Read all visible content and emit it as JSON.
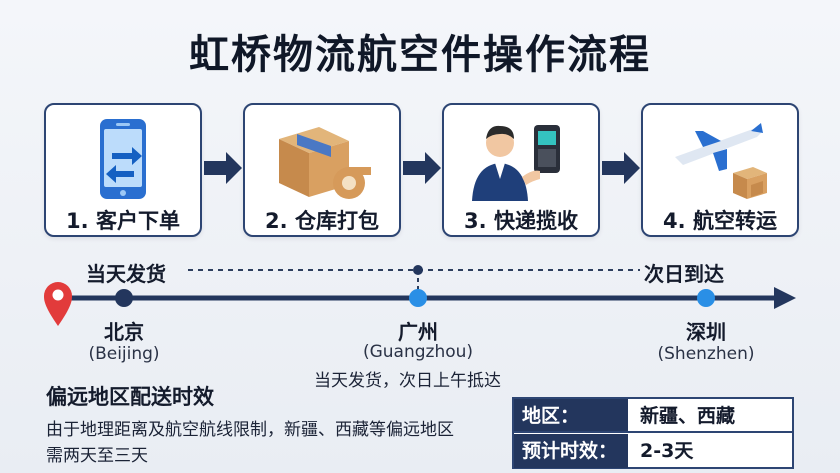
{
  "title": "虹桥物流航空件操作流程",
  "steps": [
    {
      "label": "1. 客户下单",
      "icon": "smartphone-arrows-icon"
    },
    {
      "label": "2. 仓库打包",
      "icon": "package-box-tape-icon"
    },
    {
      "label": "3. 快递揽收",
      "icon": "courier-scanner-icon"
    },
    {
      "label": "4. 航空转运",
      "icon": "airplane-cargo-icon"
    }
  ],
  "timeline": {
    "start_note": "当天发货",
    "end_note": "次日到达",
    "stops": [
      {
        "name": "北京",
        "en": "(Beijing)"
      },
      {
        "name": "广州",
        "en": "(Guangzhou)",
        "note": "当天发货，次日上午抵达"
      },
      {
        "name": "深圳",
        "en": "(Shenzhen)"
      }
    ]
  },
  "remote": {
    "title": "偏远地区配送时效",
    "desc": "由于地理距离及航空航线限制，新疆、西藏等偏远地区需两天至三天"
  },
  "info_table": {
    "rows": [
      {
        "key": "地区：",
        "value": "新疆、西藏"
      },
      {
        "key": "预计时效：",
        "value": "2-3天"
      }
    ]
  },
  "colors": {
    "navy": "#23365d",
    "accent_blue": "#1f86e0",
    "pin_red": "#e23b3b"
  }
}
